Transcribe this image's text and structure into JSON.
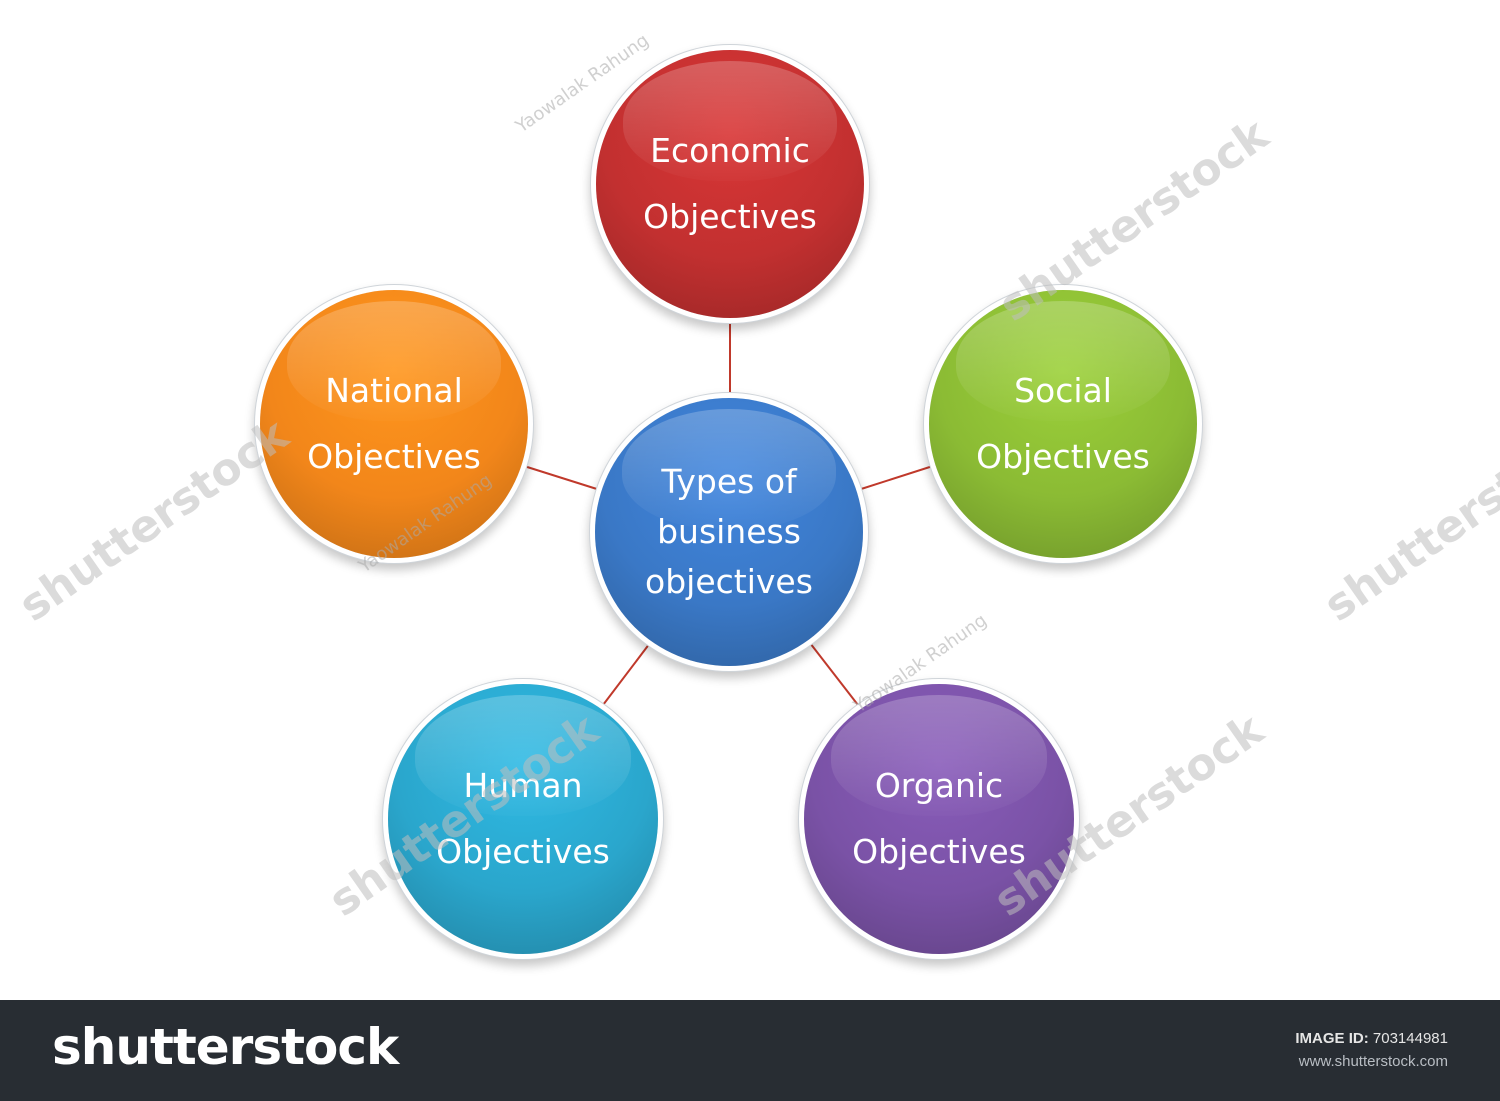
{
  "diagram": {
    "center": {
      "lines": [
        "Types of",
        "business",
        "objectives"
      ],
      "color": "#3a78c6"
    },
    "nodes": [
      {
        "id": "economic",
        "lines": [
          "Economic",
          "Objectives"
        ],
        "color": "#c23030"
      },
      {
        "id": "social",
        "lines": [
          "Social",
          "Objectives"
        ],
        "color": "#8bbb34"
      },
      {
        "id": "national",
        "lines": [
          "National",
          "Objectives"
        ],
        "color": "#f2861a"
      },
      {
        "id": "human",
        "lines": [
          "Human",
          "Objectives"
        ],
        "color": "#2aa6cc"
      },
      {
        "id": "organic",
        "lines": [
          "Organic",
          "Objectives"
        ],
        "color": "#7a52a6"
      }
    ],
    "connector_color": "#c0392b"
  },
  "watermarks": {
    "author": "Yaowalak Rahung",
    "brand": "shutterstock"
  },
  "footer": {
    "logo": "shutterstock",
    "image_id_label": "IMAGE ID:",
    "image_id": "703144981",
    "url": "www.shutterstock.com"
  }
}
